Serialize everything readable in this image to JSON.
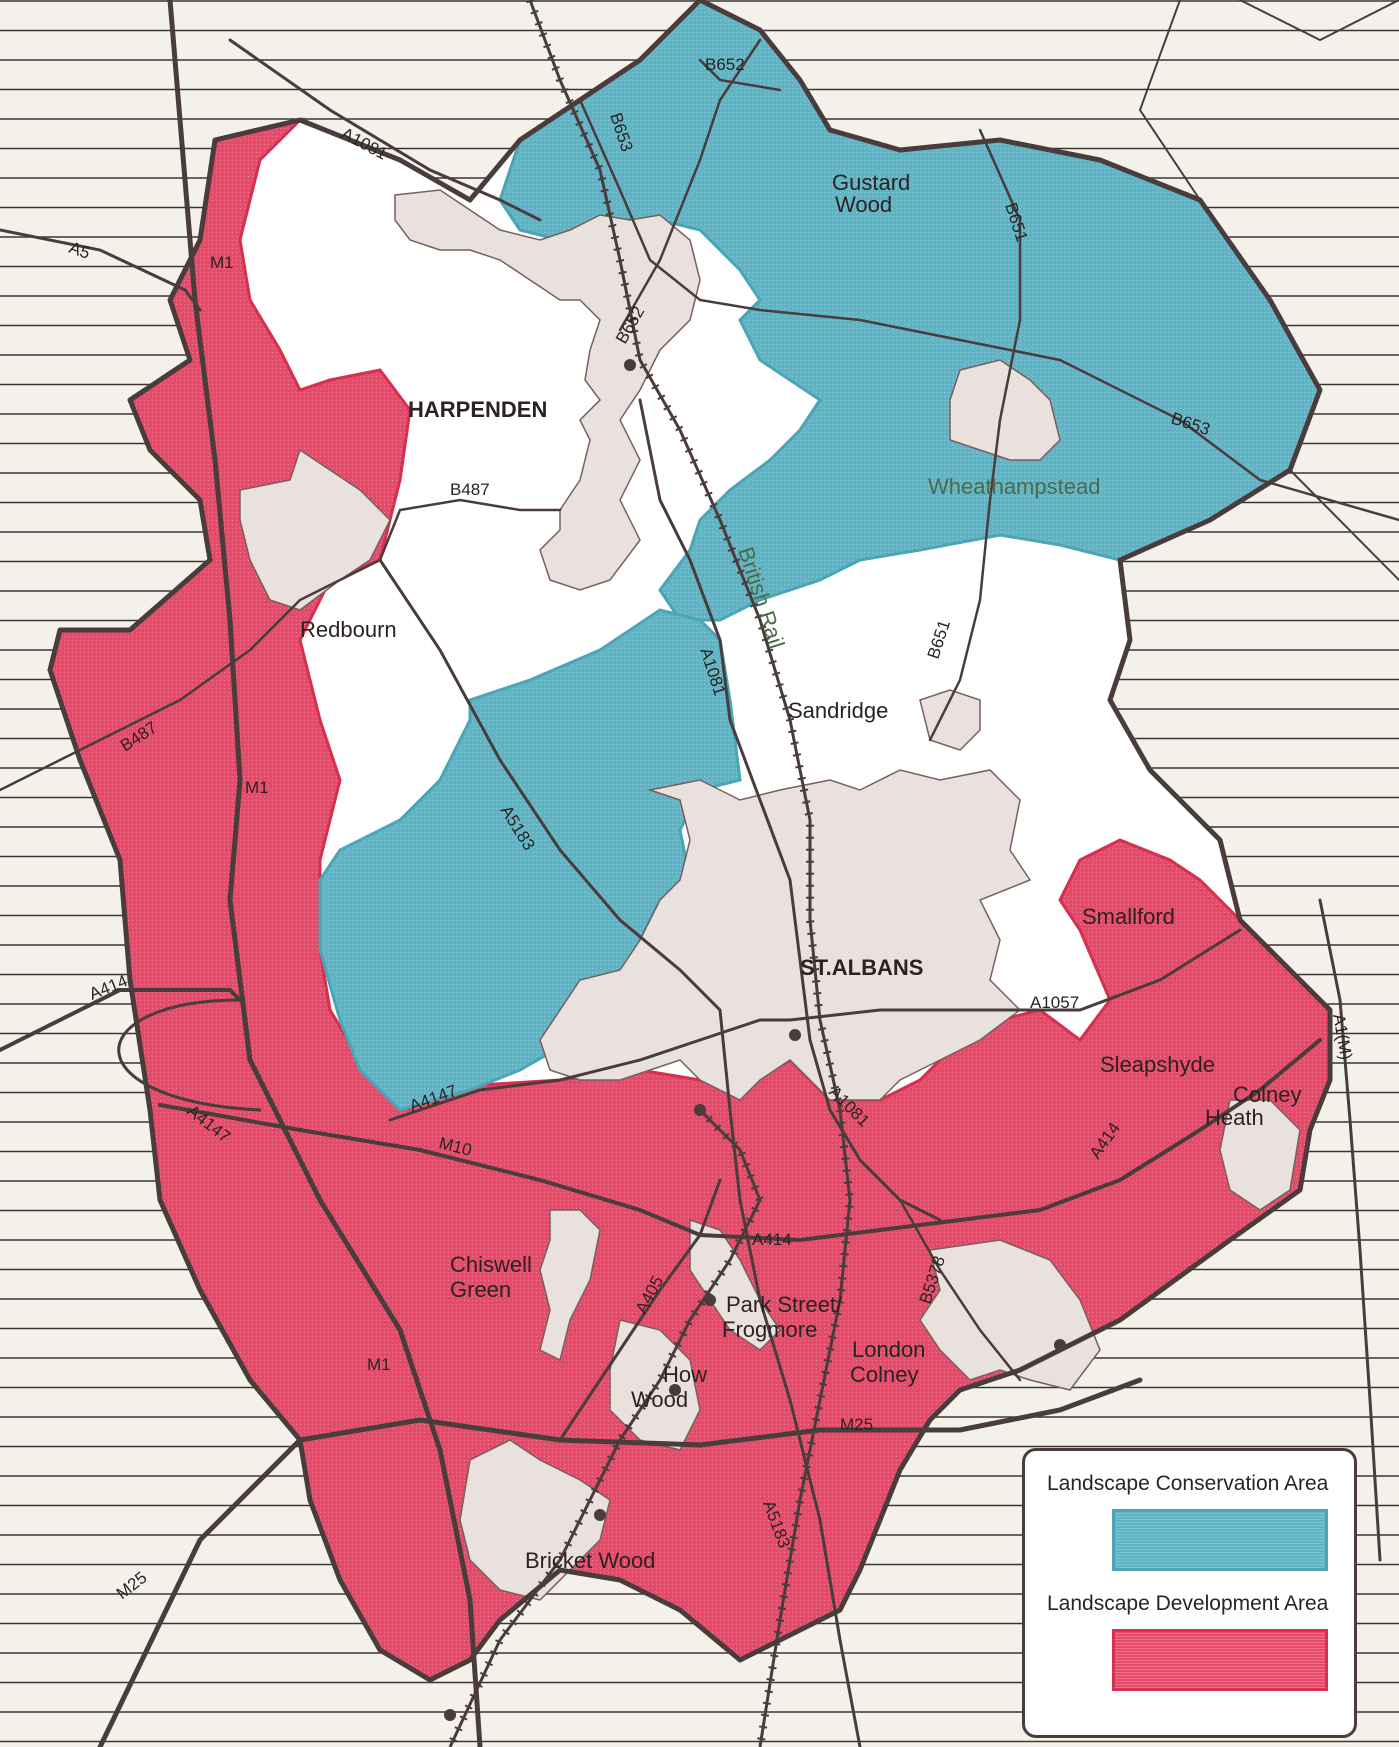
{
  "places": {
    "harpenden": "HARPENDEN",
    "st_albans": "ST.ALBANS",
    "gustard_wood": [
      "Gustard",
      "Wood"
    ],
    "wheathampstead": "Wheathampstead",
    "redbourn": "Redbourn",
    "sandridge": "Sandridge",
    "smallford": "Smallford",
    "sleapshyde": "Sleapshyde",
    "colney_heath": [
      "Colney",
      "Heath"
    ],
    "chiswell_green": [
      "Chiswell",
      "Green"
    ],
    "park_street": [
      "Park Street/",
      "Frogmore"
    ],
    "london_colney": [
      "London",
      "Colney"
    ],
    "how_wood": [
      "How",
      "Wood"
    ],
    "bricket_wood": "Bricket Wood",
    "british_rail": "British Rail"
  },
  "roads": {
    "a1081_n": "A1081",
    "a5": "A5",
    "m1_n": "M1",
    "b652_n": "B652",
    "b653_n": "B653",
    "b651_n": "B651",
    "b652_c": "B652",
    "b653_e": "B653",
    "b487_c": "B487",
    "b487_w": "B487",
    "m1_c": "M1",
    "a1081_c": "A1081",
    "b651_c": "B651",
    "a5183_n": "A5183",
    "a414_w": "A414",
    "a1057": "A1057",
    "a1m": "A1(M)",
    "a4147_c": "A4147",
    "a4147_w": "A4147",
    "m10": "M10",
    "a1081_s": "A1081",
    "a414_e": "A414",
    "a414_c": "A414",
    "a405": "A405",
    "b5378": "B5378",
    "m1_s": "M1",
    "m25_w": "M25",
    "m25_c": "M25",
    "a5183_s": "A5183"
  },
  "legend": {
    "conservation_label": "Landscape Conservation Area",
    "development_label": "Landscape Development Area"
  },
  "colors": {
    "conservation": "#5fb4c6",
    "development": "#e84a6a",
    "urban": "#e9e1dd",
    "boundary": "#4a3c3c"
  }
}
